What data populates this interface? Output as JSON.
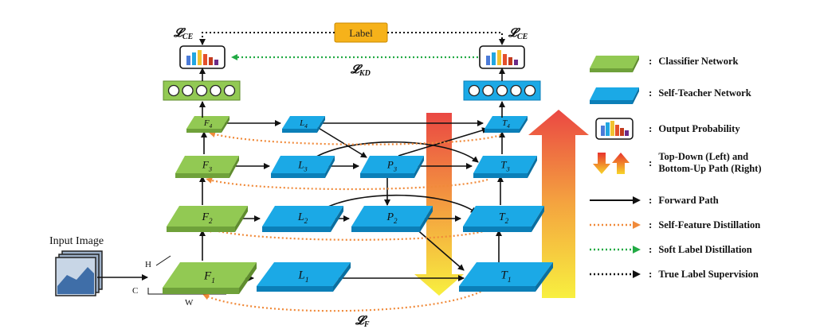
{
  "colors": {
    "classifier": "#92c953",
    "classifier_dark": "#6fa13a",
    "teacher": "#1ba9e6",
    "teacher_dark": "#0b7fb8",
    "forward": "#111111",
    "self_feature": "#f08a3a",
    "soft_label": "#22aa44",
    "true_label": "#111111",
    "label_box": "#f6b21a"
  },
  "diagram": {
    "input_label": "Input Image",
    "dim_h": "H",
    "dim_c": "C",
    "dim_w": "W",
    "label_box": "Label",
    "loss_ce": "𝓛",
    "loss_ce_sub": "CE",
    "loss_kd": "𝓛",
    "loss_kd_sub": "KD",
    "loss_f": "𝓛",
    "loss_f_sub": "F",
    "classifier_nodes": [
      {
        "letter": "F",
        "sub": "1"
      },
      {
        "letter": "F",
        "sub": "2"
      },
      {
        "letter": "F",
        "sub": "3"
      },
      {
        "letter": "F",
        "sub": "4"
      }
    ],
    "lateral_nodes": [
      {
        "letter": "L",
        "sub": "1"
      },
      {
        "letter": "L",
        "sub": "2"
      },
      {
        "letter": "L",
        "sub": "3"
      },
      {
        "letter": "L",
        "sub": "4"
      }
    ],
    "p_nodes": [
      {
        "letter": "P",
        "sub": "2"
      },
      {
        "letter": "P",
        "sub": "3"
      }
    ],
    "teacher_nodes": [
      {
        "letter": "T",
        "sub": "1"
      },
      {
        "letter": "T",
        "sub": "2"
      },
      {
        "letter": "T",
        "sub": "3"
      },
      {
        "letter": "T",
        "sub": "4"
      }
    ]
  },
  "legend": {
    "items": [
      {
        "icon": "green-block-icon",
        "text": "Classifier Network"
      },
      {
        "icon": "blue-block-icon",
        "text": "Self-Teacher Network"
      },
      {
        "icon": "probability-icon",
        "text": "Output Probability"
      },
      {
        "icon": "top-down-bottom-up-arrows-icon",
        "text": "Top-Down (Left) and\nBottom-Up Path (Right)"
      },
      {
        "icon": "forward-arrow-icon",
        "text": "Forward Path"
      },
      {
        "icon": "orange-dotted-arrow-icon",
        "text": "Self-Feature Distillation"
      },
      {
        "icon": "green-dotted-arrow-icon",
        "text": "Soft Label Distillation"
      },
      {
        "icon": "black-dotted-arrow-icon",
        "text": "True Label Supervision"
      }
    ],
    "colon": ":"
  }
}
